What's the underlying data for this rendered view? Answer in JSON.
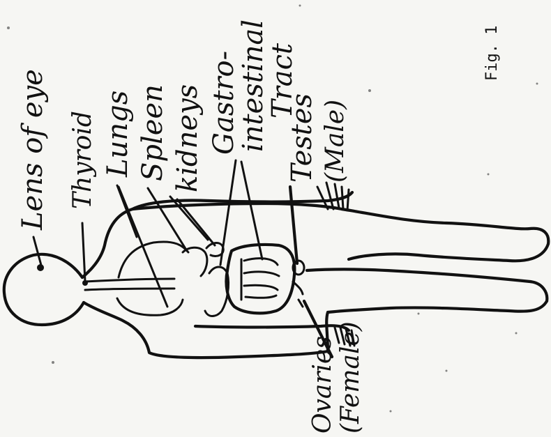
{
  "figure": {
    "number_label": "Fig. 1",
    "labels": {
      "lens": "Lens of eye",
      "thyroid": "Thyroid",
      "lungs": "Lungs",
      "spleen": "Spleen",
      "kidneys": "kidneys",
      "gi_line1": "Gastro-",
      "gi_line2": "intestinal",
      "gi_line3": "Tract",
      "testes_line1": "Testes",
      "testes_line2": "(Male)",
      "ovaries_line1": "Ovaries",
      "ovaries_line2": "(Female)"
    },
    "colors": {
      "ink": "#111111",
      "paper": "#f6f6f3"
    }
  }
}
